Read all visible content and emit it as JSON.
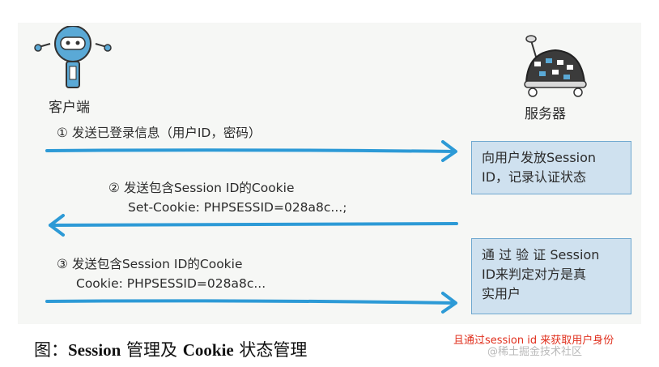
{
  "actors": {
    "client_label": "客户端",
    "server_label": "服务器"
  },
  "steps": {
    "step1": "① 发送已登录信息（用户ID，密码）",
    "step2_line1": "② 发送包含Session ID的Cookie",
    "step2_line2": "Set-Cookie: PHPSESSID=028a8c...;",
    "step3_line1": "③ 发送包含Session ID的Cookie",
    "step3_line2": "Cookie: PHPSESSID=028a8c..."
  },
  "boxes": {
    "box1_line1": "向用户发放Session",
    "box1_line2": "ID，记录认证状态",
    "box2_line1": "通 过 验 证 Session",
    "box2_line2": "ID来判定对方是真",
    "box2_line3": "实用户"
  },
  "caption": {
    "prefix": "图：",
    "session": "Session",
    "middle": " 管理及 ",
    "cookie": "Cookie",
    "suffix": " 状态管理"
  },
  "annotation": "且通过session id 来获取用户身份",
  "watermark": "@稀土掘金技术社区",
  "colors": {
    "arrow": "#2d9ad6",
    "box_fill": "#cfe1ef",
    "box_border": "#6fa8d0",
    "annotation": "#e0301e"
  }
}
